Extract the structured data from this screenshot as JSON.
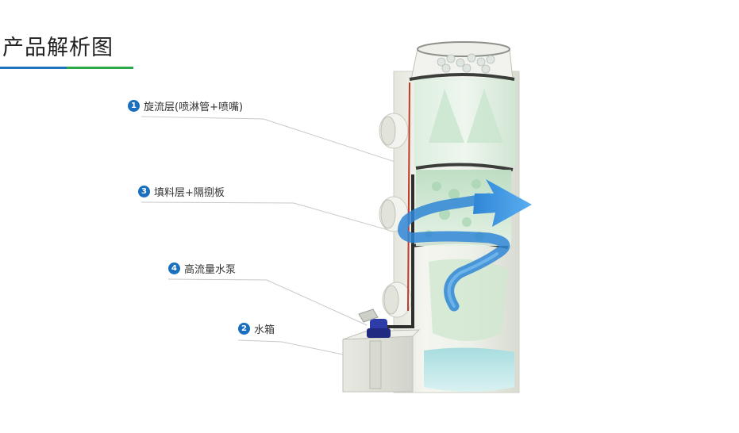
{
  "header": {
    "title": "产品解析图"
  },
  "colors": {
    "accent_blue": "#1e73be",
    "accent_green": "#2aa84a",
    "badge": "#1a6fbf",
    "arrow_blue": "#3a8fd8",
    "leader_line": "#c9c9c9"
  },
  "callouts": [
    {
      "number": "1",
      "text": "旋流层(喷淋管+喷嘴)"
    },
    {
      "number": "3",
      "text": "填料层+隔捌板"
    },
    {
      "number": "4",
      "text": "高流量水泵"
    },
    {
      "number": "2",
      "text": "水箱"
    }
  ]
}
